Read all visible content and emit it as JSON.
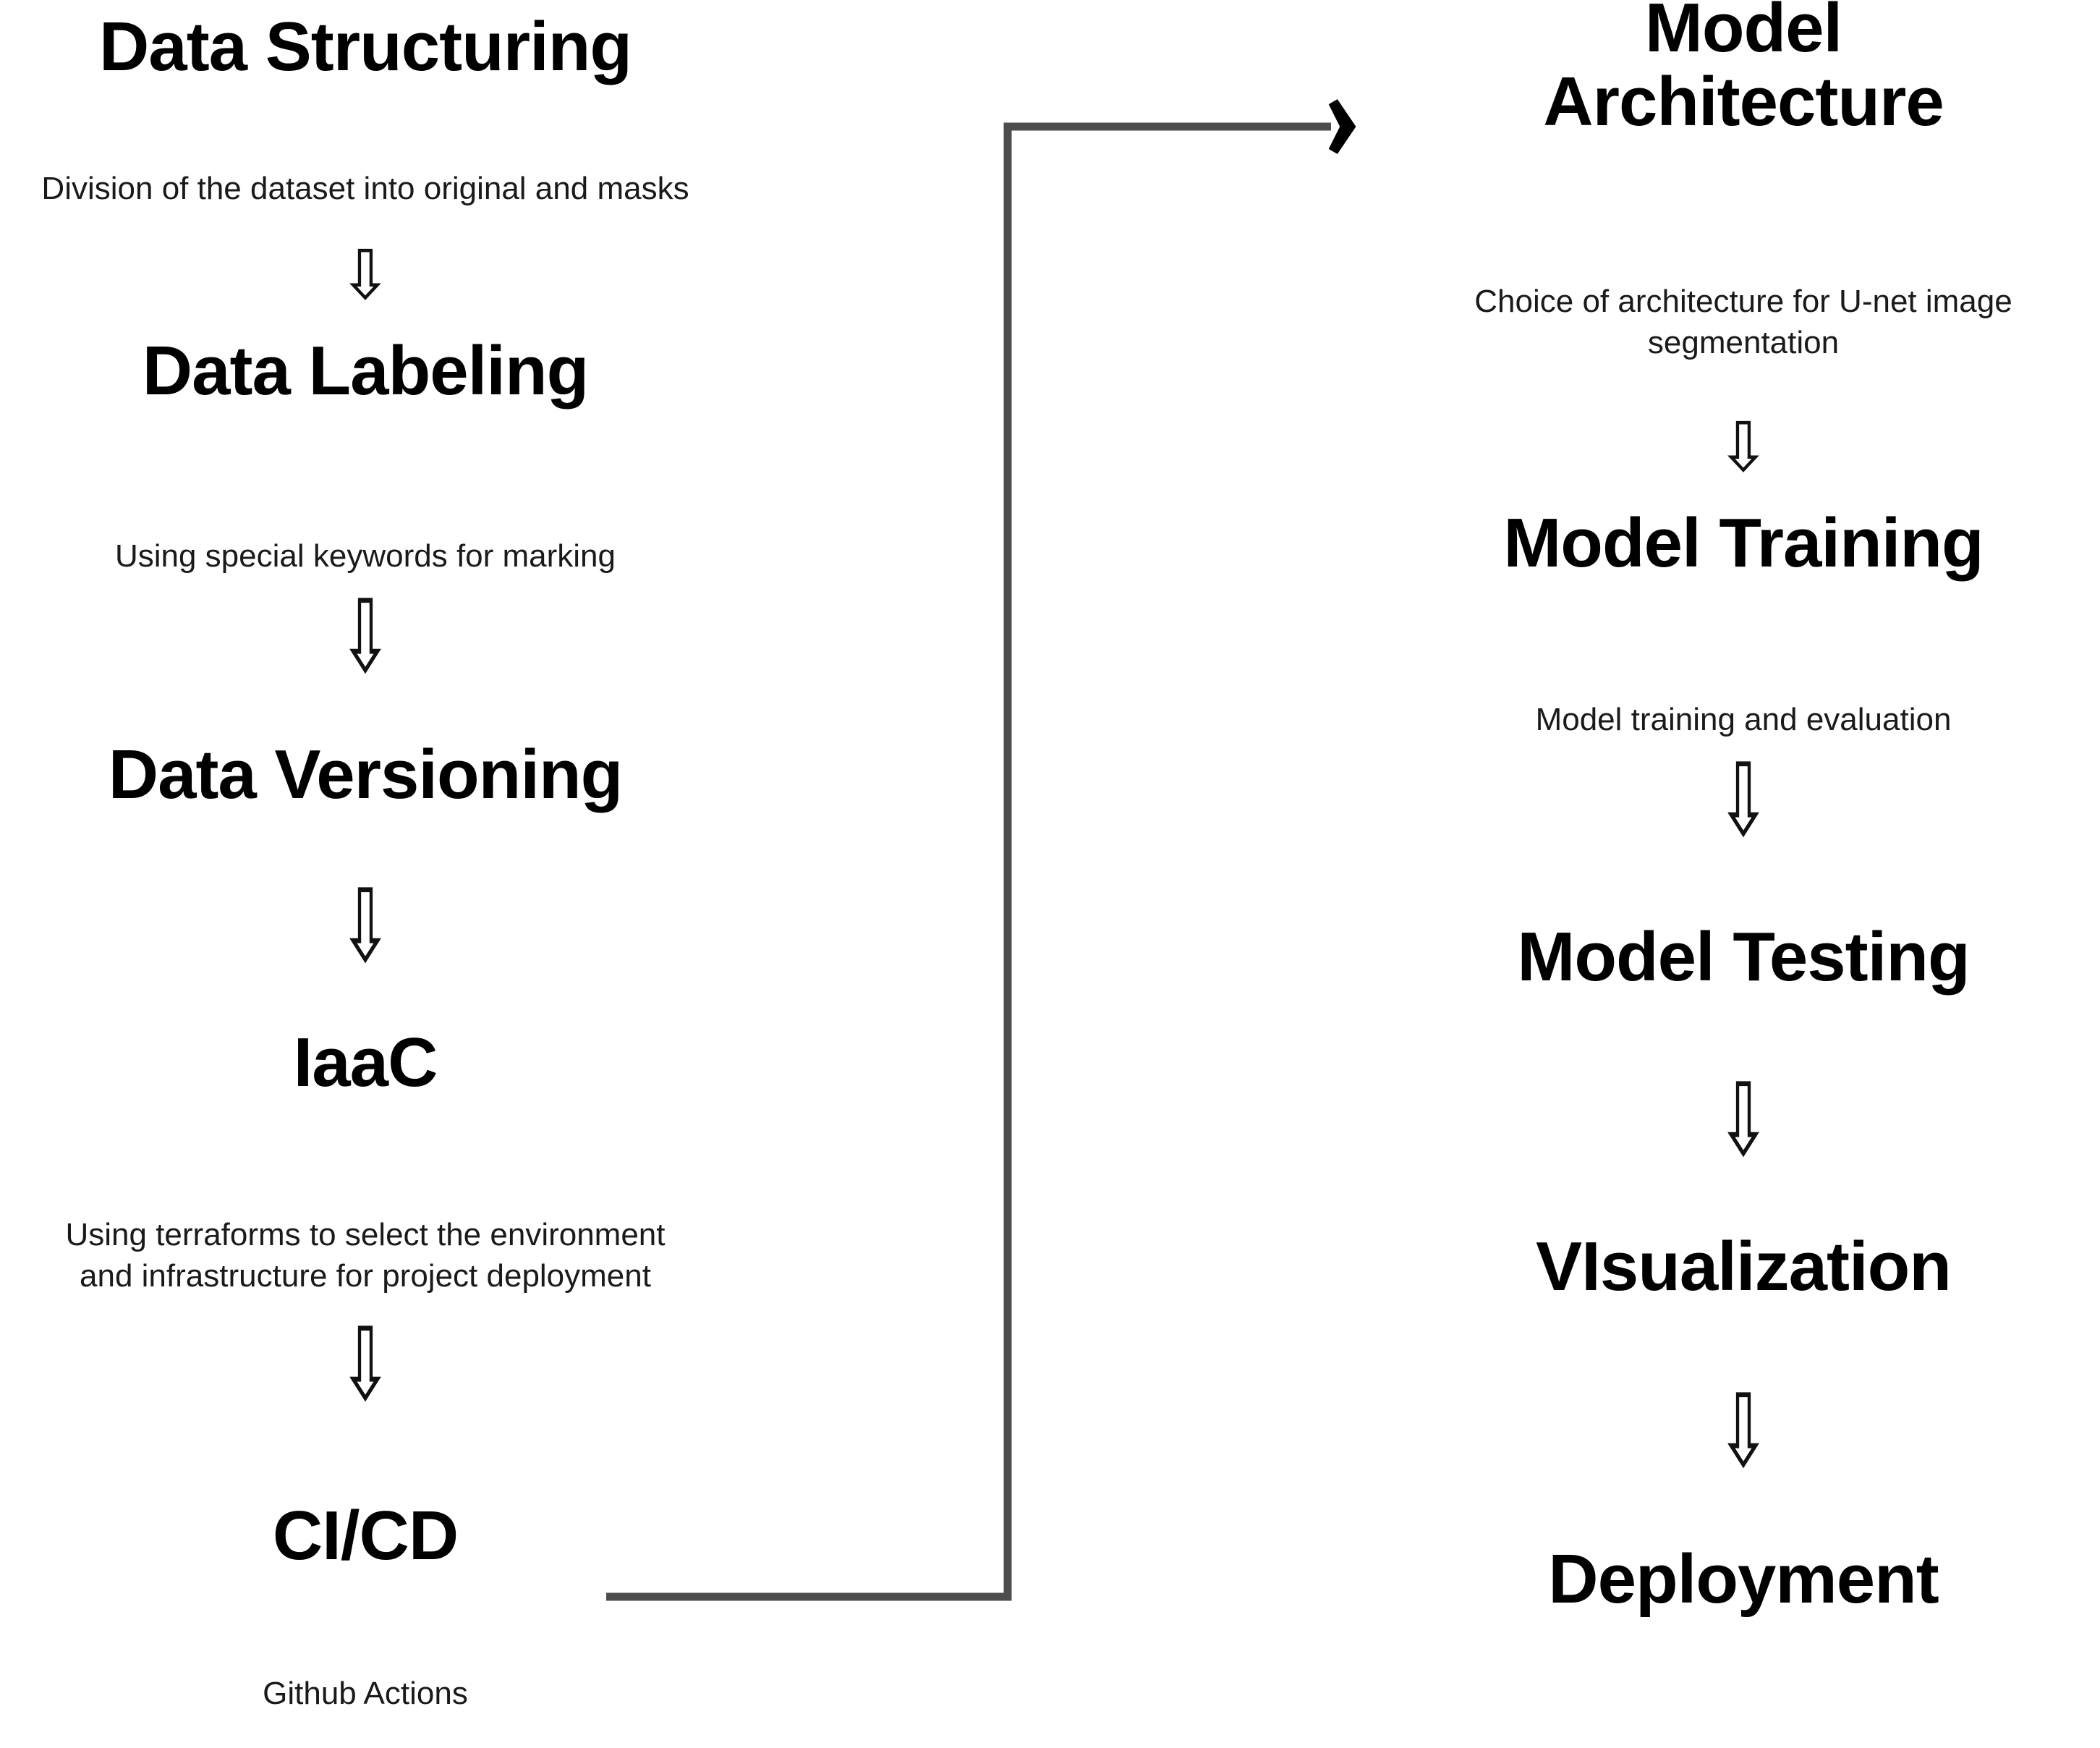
{
  "diagram": {
    "title": "MLOps pipeline flow diagram",
    "line_color": "#4d4d4d",
    "text_color": "#000000",
    "background": "#ffffff",
    "arrow_glyph": "⇩",
    "connector_arrow_name": "right-arrow-head"
  },
  "left_column": {
    "steps": [
      {
        "label": "Data Structuring",
        "desc": "Division of the dataset into original and masks"
      },
      {
        "label": "Data Labeling",
        "desc": "Using special keywords for marking"
      },
      {
        "label": "Data Versioning",
        "desc": ""
      },
      {
        "label": "IaaC",
        "desc": "Using terraforms to select the environment and infrastructure for project deployment"
      },
      {
        "label": "CI/CD",
        "desc": "Github Actions"
      }
    ]
  },
  "right_column": {
    "steps": [
      {
        "label": "Model Architecture",
        "desc": "Choice of architecture for U-net image segmentation"
      },
      {
        "label": "Model Training",
        "desc": "Model training and evaluation"
      },
      {
        "label": "Model Testing",
        "desc": ""
      },
      {
        "label": "VIsualization",
        "desc": ""
      },
      {
        "label": "Deployment",
        "desc": ""
      }
    ]
  },
  "labels": {
    "l0_title": "Data Structuring",
    "l0_desc": "Division of the dataset into original and masks",
    "l1_title": "Data Labeling",
    "l1_desc": "Using special keywords for marking",
    "l2_title": "Data Versioning",
    "l3_title": "IaaC",
    "l3_desc": "Using terraforms to select the environment and infrastructure for project deployment",
    "l4_title": "CI/CD",
    "l4_desc": "Github Actions",
    "r0_title_line1": "Model",
    "r0_title_line2": "Architecture",
    "r0_desc": "Choice of architecture for U-net image segmentation",
    "r1_title": "Model Training",
    "r1_desc": "Model training and evaluation",
    "r2_title": "Model Testing",
    "r3_title": "VIsualization",
    "r4_title": "Deployment",
    "arrow": "⇩"
  }
}
